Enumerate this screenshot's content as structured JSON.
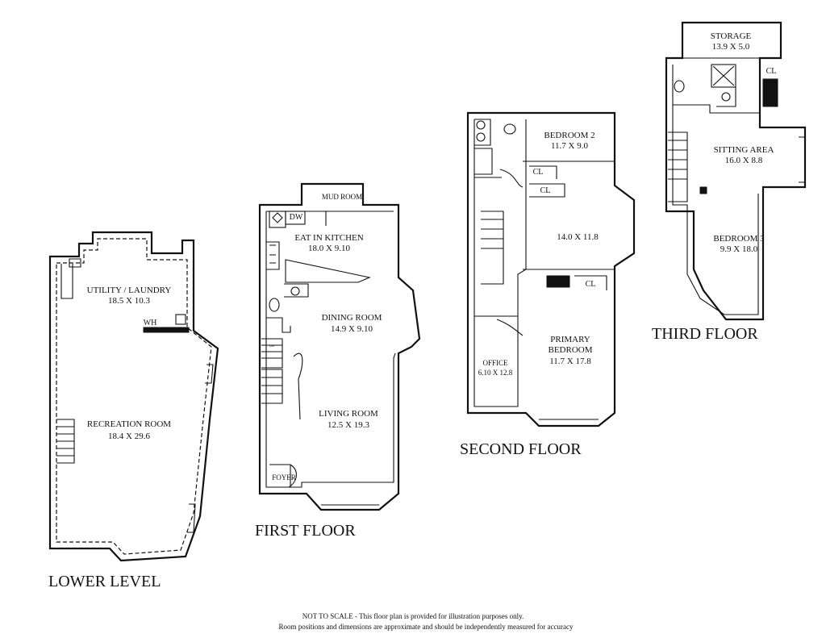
{
  "floors": {
    "lower": {
      "title": "LOWER LEVEL",
      "rooms": [
        {
          "name": "UTILITY / LAUNDRY",
          "dims": "18.5 X 10.3"
        },
        {
          "name": "RECREATION ROOM",
          "dims": "18.4 X 29.6"
        }
      ],
      "tags": {
        "wh": "WH"
      }
    },
    "first": {
      "title": "FIRST FLOOR",
      "rooms": [
        {
          "name": "MUD ROOM"
        },
        {
          "name": "EAT IN KITCHEN",
          "dims": "18.0 X 9.10"
        },
        {
          "name": "DINING ROOM",
          "dims": "14.9 X 9.10"
        },
        {
          "name": "LIVING ROOM",
          "dims": "12.5 X 19.3"
        },
        {
          "name": "FOYER"
        }
      ],
      "tags": {
        "dw": "DW"
      }
    },
    "second": {
      "title": "SECOND FLOOR",
      "rooms": [
        {
          "name": "BEDROOM 2",
          "dims": "11.7 X 9.0"
        },
        {
          "dims": "14.0 X 11.8"
        },
        {
          "name1": "PRIMARY",
          "name2": "BEDROOM",
          "dims": "11.7 X 17.8"
        },
        {
          "name": "OFFICE",
          "dims": "6.10 X 12.8"
        }
      ],
      "tags": {
        "cl": "CL"
      }
    },
    "third": {
      "title": "THIRD FLOOR",
      "rooms": [
        {
          "name": "STORAGE",
          "dims": "13.9 X 5.0"
        },
        {
          "name": "SITTING AREA",
          "dims": "16.0 X 8.8"
        },
        {
          "name": "BEDROOM 3",
          "dims": "9.9 X 18.0"
        }
      ],
      "tags": {
        "cl": "CL"
      }
    }
  },
  "disclaimer": {
    "line1": "NOT TO SCALE - This floor plan is provided for illustration purposes only.",
    "line2": "Room positions and dimensions are approximate and should be independently measured for accuracy"
  }
}
